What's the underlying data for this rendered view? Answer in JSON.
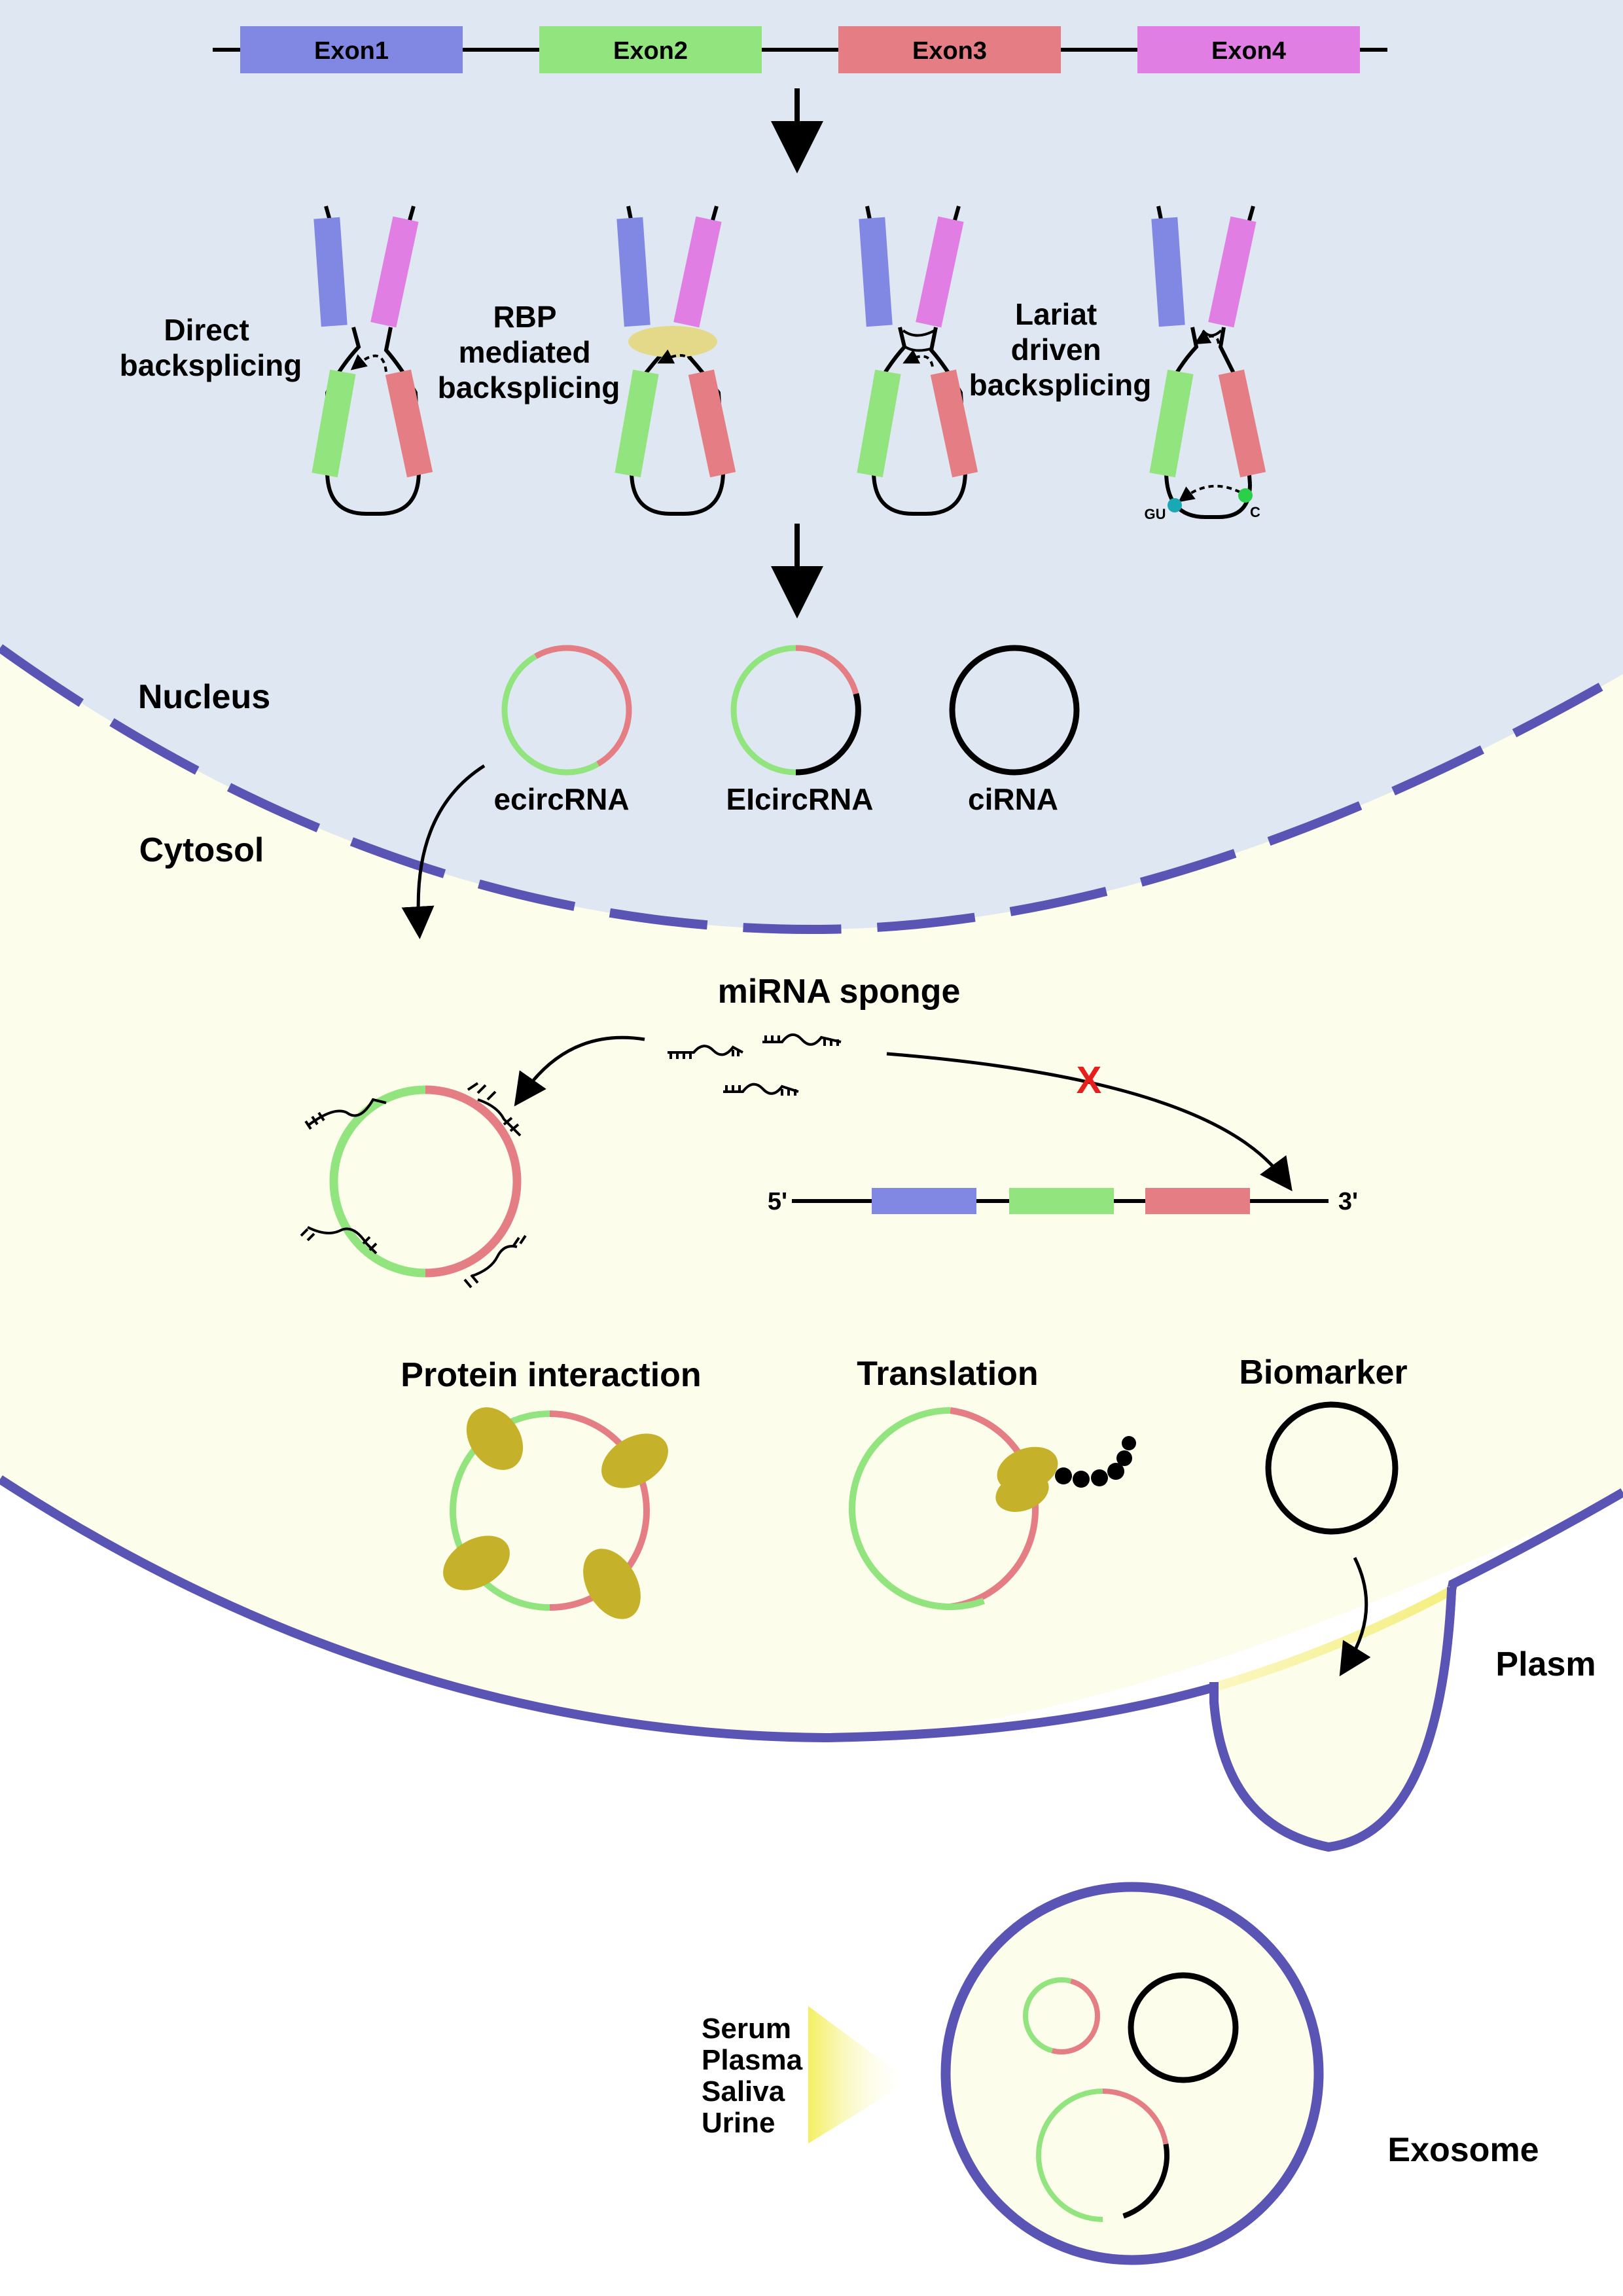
{
  "colors": {
    "exon1": "#8088e4",
    "exon2": "#92e47e",
    "exon3": "#e47e84",
    "exon4": "#e07ee4",
    "nucleus": "#dfe8f2",
    "cytosol": "#fdfdec",
    "membrane": "#5a55b4",
    "protein": "#c6b12a",
    "rbp": "#e4d889",
    "red_x": "#e61e1e",
    "gu_dot": "#1aa9b4",
    "c_dot": "#2ad04a"
  },
  "gene": {
    "exons": [
      "Exon1",
      "Exon2",
      "Exon3",
      "Exon4"
    ]
  },
  "mechanisms": {
    "direct": [
      "Direct",
      "backsplicing"
    ],
    "rbp": [
      "RBP",
      "mediated",
      "backsplicing"
    ],
    "lariat": [
      "Lariat",
      "driven",
      "backsplicing"
    ],
    "gu": "GU",
    "c": "C"
  },
  "compartments": {
    "nucleus": "Nucleus",
    "cytosol": "Cytosol",
    "plasm": "Plasm",
    "exosome": "Exosome"
  },
  "circrna_types": [
    "ecircRNA",
    "EIcircRNA",
    "ciRNA"
  ],
  "functions": {
    "mirna_sponge": "miRNA sponge",
    "mrna_5": "5'",
    "mrna_3": "3'",
    "blocked_mark": "X",
    "protein_interaction": "Protein interaction",
    "translation": "Translation",
    "biomarker": "Biomarker"
  },
  "body_fluids": [
    "Serum",
    "Plasma",
    "Saliva",
    "Urine"
  ],
  "icons": [
    "arrow-down-icon",
    "curved-arrow-icon",
    "mirna-icon",
    "ribosome-icon",
    "peptide-chain-icon"
  ]
}
